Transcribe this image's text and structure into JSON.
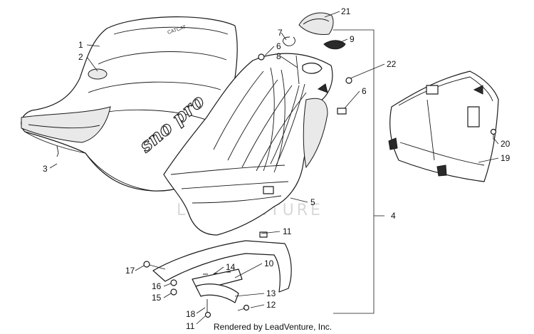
{
  "watermark": "LEADVENTURE",
  "credit": "Rendered by LeadVenture, Inc.",
  "seat_brand": "CATCAT",
  "seat_graphic": "sno pro",
  "callouts": {
    "c1": "1",
    "c2": "2",
    "c3": "3",
    "c4": "4",
    "c5": "5",
    "c6a": "6",
    "c6b": "6",
    "c7": "7",
    "c8": "8",
    "c9": "9",
    "c10": "10",
    "c11a": "11",
    "c11b": "11",
    "c12": "12",
    "c13": "13",
    "c14": "14",
    "c15": "15",
    "c16": "16",
    "c17": "17",
    "c18": "18",
    "c19": "19",
    "c20": "20",
    "c21": "21",
    "c22": "22"
  }
}
